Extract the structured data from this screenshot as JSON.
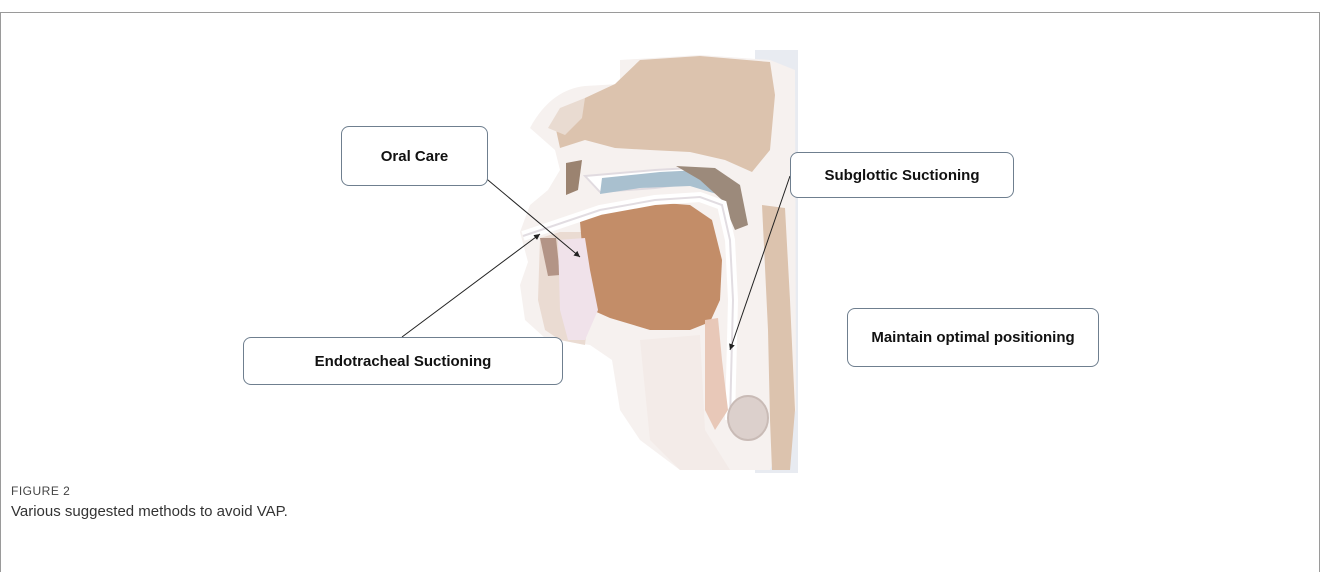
{
  "figure": {
    "label": "FIGURE 2",
    "caption": "Various suggested methods to avoid VAP."
  },
  "callouts": {
    "oral_care": "Oral Care",
    "subglottic": "Subglottic Suctioning",
    "endotracheal": "Endotracheal Suctioning",
    "positioning": "Maintain optimal positioning"
  },
  "colors": {
    "skin": "#dcc3ae",
    "tongue": "#c38d68",
    "palate": "#a9c0cf",
    "airway": "#f3f1f3",
    "background_strip": "#e8ebf1"
  }
}
